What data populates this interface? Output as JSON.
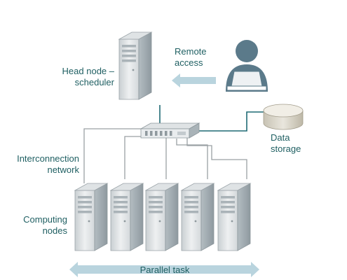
{
  "labels": {
    "head_node": "Head node – scheduler",
    "remote_access": "Remote access",
    "data_storage": "Data storage",
    "interconnection": "Interconnection network",
    "computing_nodes": "Computing nodes",
    "parallel_task": "Parallel task"
  },
  "nodes": {
    "head_node": "server-tower-icon",
    "switch": "network-switch-icon",
    "storage": "database-disk-icon",
    "user": "remote-user-laptop-icon",
    "computing": [
      "server-tower-icon",
      "server-tower-icon",
      "server-tower-icon",
      "server-tower-icon",
      "server-tower-icon"
    ]
  },
  "colors": {
    "text": "#1f5f62",
    "link": "#1f6a74",
    "cable": "#9aa0a3",
    "arrow": "#b9d4de",
    "user": "#5b7a8a",
    "server_front": "#e4e7e9",
    "server_side": "#a8b2b7"
  }
}
